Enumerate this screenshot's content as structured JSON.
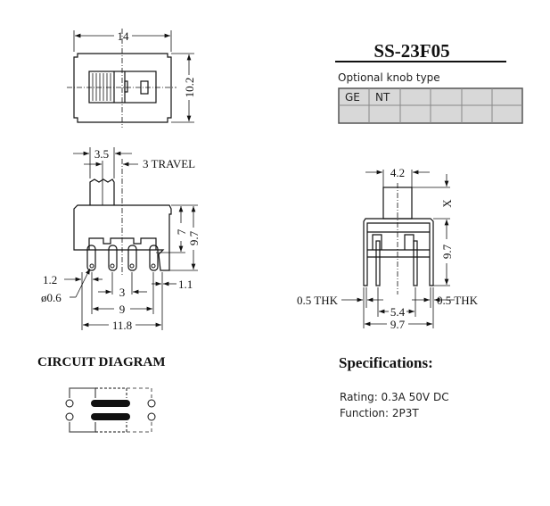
{
  "model": "SS-23F05",
  "knob": {
    "caption": "Optional knob type",
    "options": [
      "GE",
      "NT",
      "",
      "",
      "",
      ""
    ]
  },
  "top_view": {
    "width": "14",
    "height": "10.2"
  },
  "side_view": {
    "knob_width": "3.5",
    "travel": "3 TRAVEL",
    "h1": "7",
    "h2": "9.7",
    "d1": "1.2",
    "hole": "ø0.6",
    "pitch": "3",
    "span": "9",
    "overall": "11.8",
    "d2": "1.1"
  },
  "end_view": {
    "knob_width": "4.2",
    "x": "X",
    "height": "9.7",
    "thk_left": "0.5  THK",
    "thk_right": "0.5  THK",
    "pin_span": "5.4",
    "width": "9.7"
  },
  "circuit": {
    "title": "CIRCUIT DIAGRAM"
  },
  "specs": {
    "title": "Specifications:",
    "rating": "Rating: 0.3A 50V DC",
    "function": "Function: 2P3T"
  },
  "colors": {
    "table_fill": "#d8d8d8",
    "line": "#111111"
  }
}
